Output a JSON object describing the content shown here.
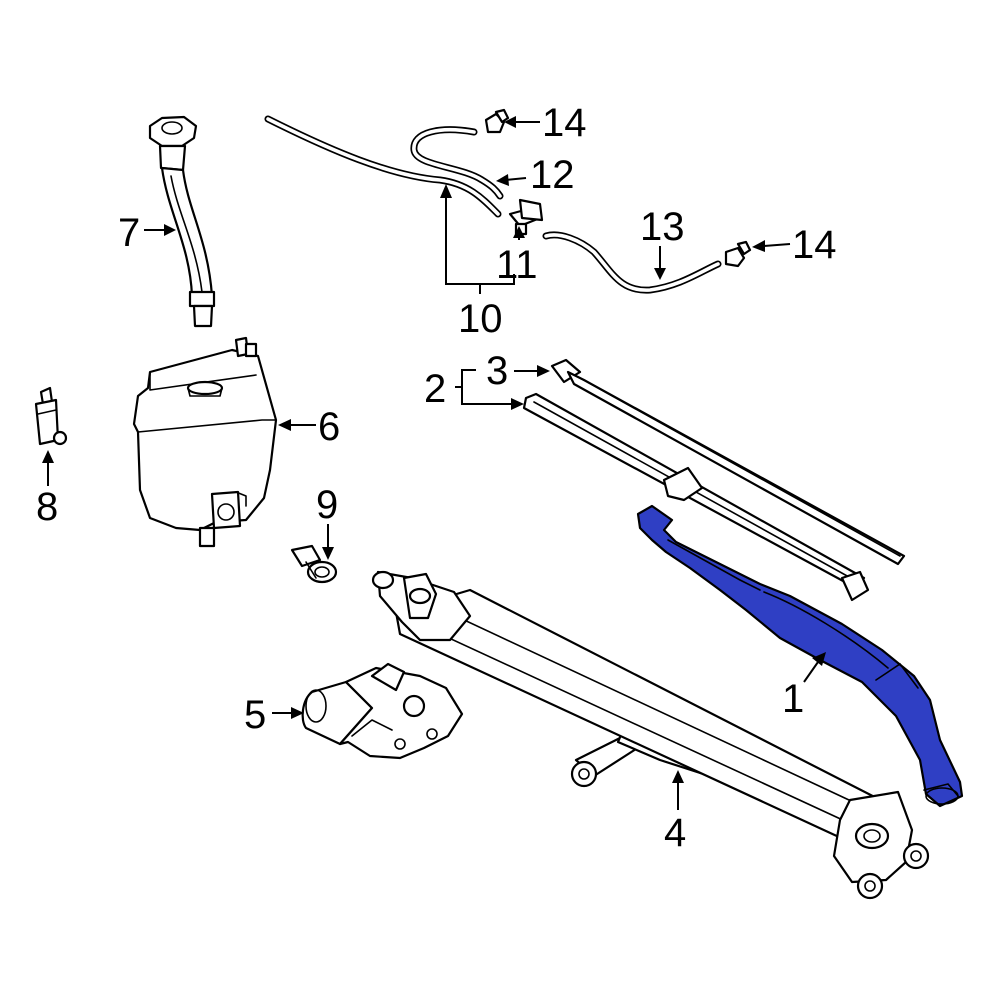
{
  "callouts": {
    "c1": "1",
    "c2": "2",
    "c3": "3",
    "c4": "4",
    "c5": "5",
    "c6": "6",
    "c7": "7",
    "c8": "8",
    "c9": "9",
    "c10": "10",
    "c11": "11",
    "c12": "12",
    "c13": "13",
    "c14a": "14",
    "c14b": "14"
  },
  "colors": {
    "highlight": "#2f3fc4",
    "line": "#000000",
    "background": "#ffffff"
  }
}
